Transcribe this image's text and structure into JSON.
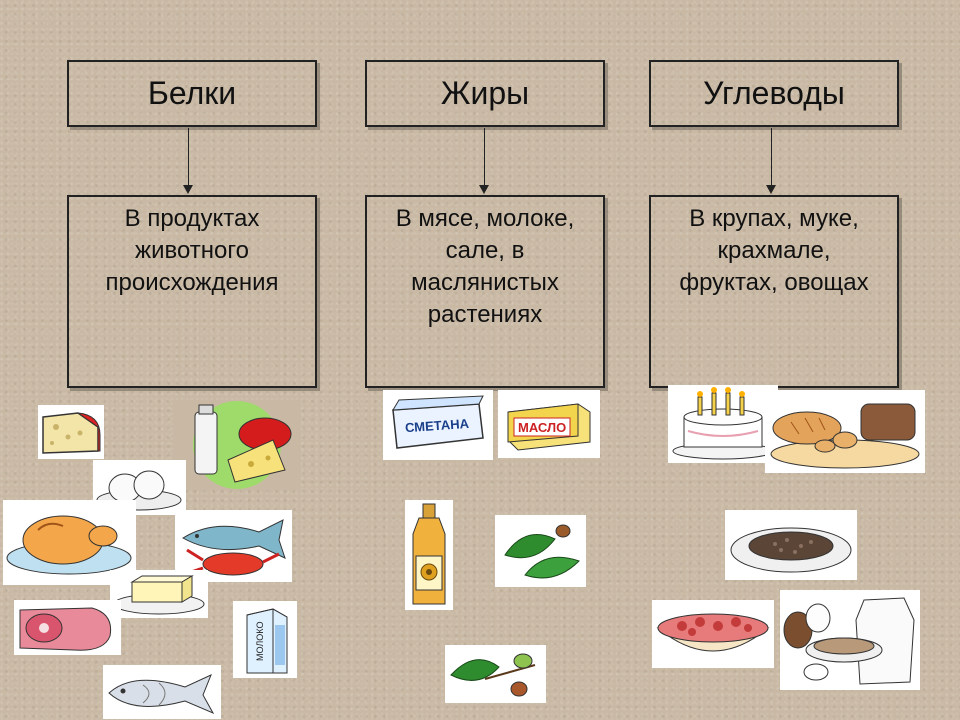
{
  "columns": [
    {
      "heading": "Белки",
      "description": "В продуктах животного происхождения"
    },
    {
      "heading": "Жиры",
      "description": "В мясе, молоке, сале, в маслянистых растениях"
    },
    {
      "heading": "Углеводы",
      "description": "В крупах, муке, крахмале, фруктах, овощах"
    }
  ],
  "images": {
    "butter_pack_label": "МАСЛО",
    "sour_cream_label": "СМЕТАНА",
    "milk_carton_label": "МОЛОКО"
  },
  "colors": {
    "background": "#c9b9a4",
    "border": "#222222"
  }
}
